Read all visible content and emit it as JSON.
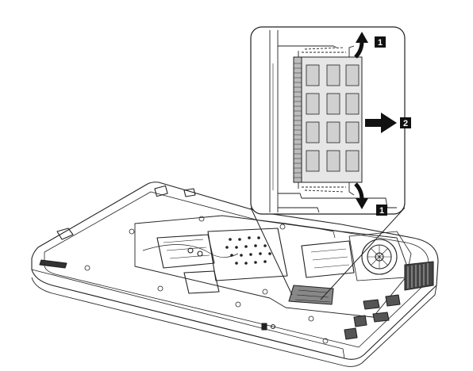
{
  "figure": {
    "callouts": [
      {
        "id": "step-1-top",
        "label": "1"
      },
      {
        "id": "step-2",
        "label": "2"
      },
      {
        "id": "step-1-bottom",
        "label": "1"
      }
    ]
  },
  "colors": {
    "line": "#222222",
    "callout_fill": "#111111",
    "callout_text": "#ffffff",
    "module_fill": "#d9d9d9",
    "background": "#ffffff"
  },
  "icons": [
    "arrow-up-icon",
    "arrow-right-icon",
    "arrow-down-icon"
  ]
}
